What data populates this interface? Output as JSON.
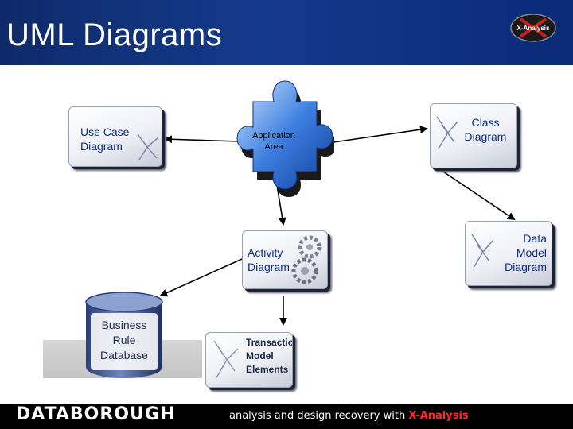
{
  "header": {
    "title": "UML Diagrams",
    "logo_text": "X-Analysis"
  },
  "nodes": {
    "use_case": {
      "label": "Use Case\nDiagram"
    },
    "application_area": {
      "label": "Application\nArea"
    },
    "class": {
      "label": "Class\nDiagram"
    },
    "activity": {
      "label": "Activity\nDiagram"
    },
    "data_model": {
      "label": "Data\nModel\nDiagram"
    },
    "business_rule": {
      "label": "Business\nRule\nDatabase"
    },
    "transaction": {
      "label": "Transaction\nModel\nElements"
    }
  },
  "footer": {
    "brand": "DATABOROUGH",
    "tagline": "analysis and design recovery with",
    "tagline_highlight": "X-Analysis"
  }
}
